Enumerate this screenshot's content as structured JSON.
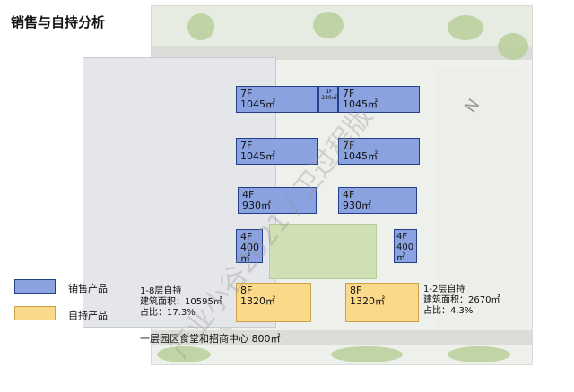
{
  "title": "销售与自持分析",
  "legend": [
    {
      "label": "销售产品",
      "color": "#8aa2e0"
    },
    {
      "label": "自持产品",
      "color": "#fbd98a"
    }
  ],
  "blocks": {
    "b1": {
      "floors": "7F",
      "area": "1045㎡"
    },
    "b1s": {
      "floors": "1F",
      "area": "230㎡"
    },
    "b2": {
      "floors": "7F",
      "area": "1045㎡"
    },
    "b3": {
      "floors": "7F",
      "area": "1045㎡"
    },
    "b4": {
      "floors": "7F",
      "area": "1045㎡"
    },
    "b5": {
      "floors": "4F",
      "area": "930㎡"
    },
    "b6": {
      "floors": "4F",
      "area": "930㎡"
    },
    "b7": {
      "floors": "4F",
      "area": "400㎡"
    },
    "b8": {
      "floors": "4F",
      "area": "400㎡"
    },
    "b9": {
      "floors": "8F",
      "area": "1320㎡"
    },
    "b10": {
      "floors": "8F",
      "area": "1320㎡"
    }
  },
  "notes": {
    "left": {
      "line1": "1-8层自持",
      "line2": "建筑面积：10595㎡",
      "line3": "占比：17.3%"
    },
    "right": {
      "line1": "1-2层自持",
      "line2": "建筑面积：2670㎡",
      "line3": "占比：4.3%"
    },
    "bottom": "一层园区食堂和招商中心 800㎡"
  },
  "watermark": "产业小谷2021 / 卫过程版",
  "compass": "N",
  "colors": {
    "sale": "#8aa2e0",
    "self": "#fbd98a",
    "border": "#24408a"
  }
}
